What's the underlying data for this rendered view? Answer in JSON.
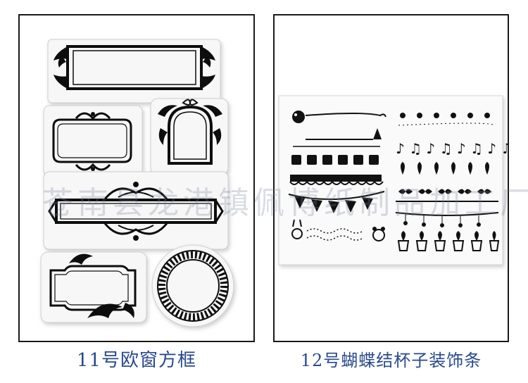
{
  "captions": {
    "left": "11号欧窗方框",
    "right": "12号蝴蝶结杯子装饰条"
  },
  "watermark": "苍南县龙港镇佩博纸制品加工厂",
  "colors": {
    "caption": "#2a4a8c",
    "stamp_ink": "#111111",
    "frame_border": "#1a1a1a",
    "sheet_shadow": "#d9d9d9"
  },
  "right_strips": {
    "notes_row": "♪ ♫ ♪ ♫ ♪ ♫ ♪ ♫ ♪"
  }
}
